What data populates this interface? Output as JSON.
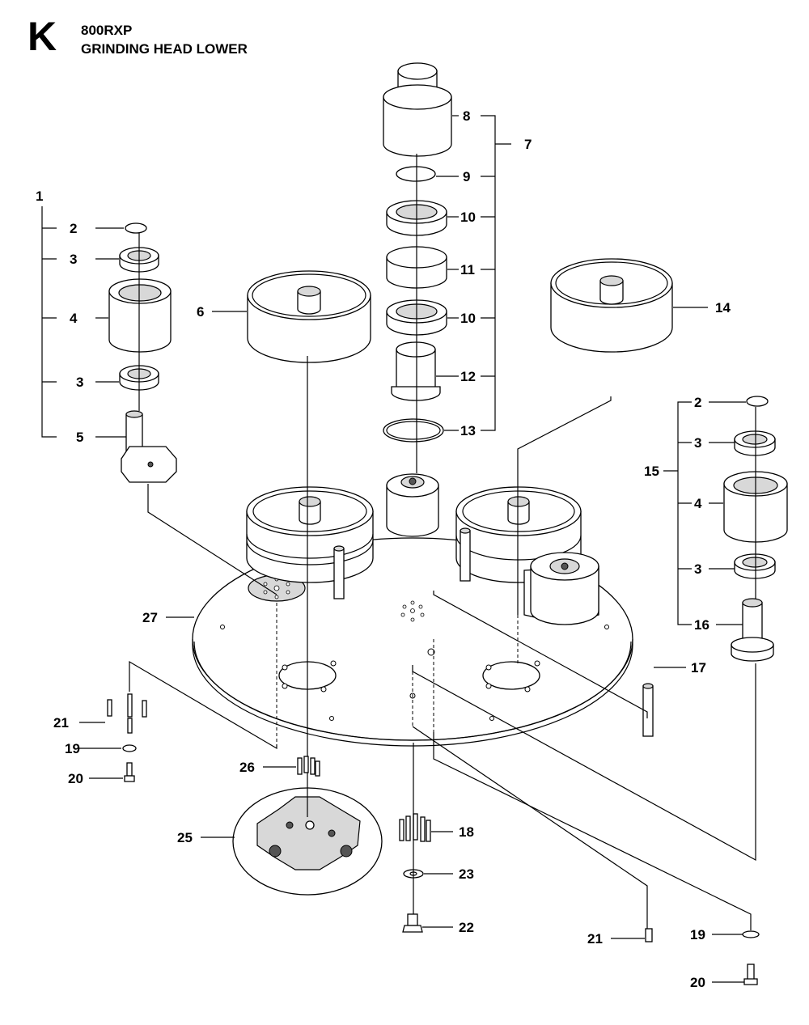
{
  "header": {
    "section_letter": "K",
    "model": "800RXP",
    "title": "GRINDING HEAD LOWER"
  },
  "callouts": {
    "c1": "1",
    "c2a": "2",
    "c3a": "3",
    "c4a": "4",
    "c3b": "3",
    "c5": "5",
    "c6": "6",
    "c7": "7",
    "c8": "8",
    "c9": "9",
    "c10a": "10",
    "c11": "11",
    "c10b": "10",
    "c12": "12",
    "c13": "13",
    "c14": "14",
    "c15": "15",
    "c2b": "2",
    "c3c": "3",
    "c4b": "4",
    "c3d": "3",
    "c16": "16",
    "c17": "17",
    "c27": "27",
    "c21a": "21",
    "c19a": "19",
    "c20a": "20",
    "c26": "26",
    "c25": "25",
    "c18": "18",
    "c23": "23",
    "c22": "22",
    "c21b": "21",
    "c19b": "19",
    "c20b": "20"
  }
}
